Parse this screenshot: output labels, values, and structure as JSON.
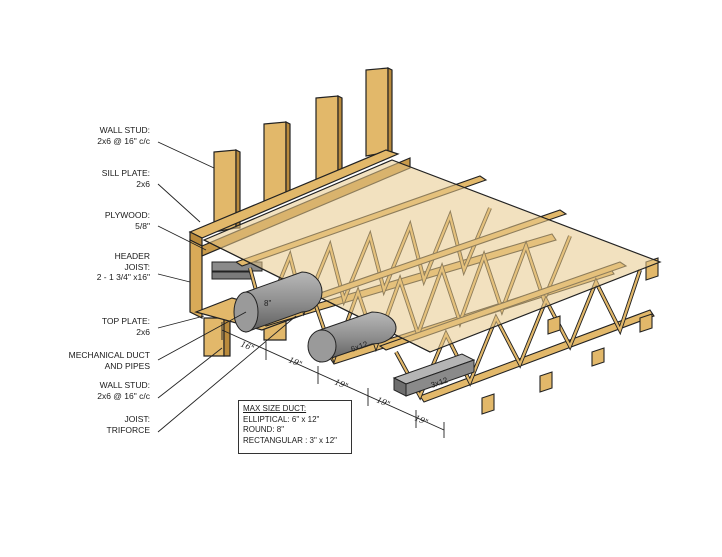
{
  "labels": {
    "wall_stud_top": [
      "WALL STUD:",
      "2x6 @ 16\" c/c"
    ],
    "sill_plate": [
      "SILL PLATE:",
      "2x6"
    ],
    "plywood": [
      "PLYWOOD:",
      "5/8\""
    ],
    "header_joist": [
      "HEADER",
      "JOIST:",
      "2 - 1 3/4\" x16\""
    ],
    "top_plate": [
      "TOP PLATE:",
      "2x6"
    ],
    "mechanical": [
      "MECHANICAL DUCT",
      "AND PIPES"
    ],
    "wall_stud_bottom": [
      "WALL STUD:",
      "2x6 @ 16\" c/c"
    ],
    "joist": [
      "JOIST:",
      "TRIFORCE"
    ]
  },
  "dimensions": [
    "16\"",
    "19\"",
    "19\"",
    "19\"",
    "19\""
  ],
  "ducts": {
    "round": "8\"",
    "elliptical": "6x12",
    "rectangular": "3x12"
  },
  "max_size_box": {
    "title": "MAX SIZE DUCT:",
    "lines": [
      "ELLIPTICAL: 6\" x 12\"",
      "ROUND: 8\"",
      "RECTANGULAR : 3\" x 12\""
    ]
  },
  "colors": {
    "wood": "#e2b86a",
    "wood_dark": "#b98a3c",
    "plywood": "#e8c98a",
    "duct": "#8c8c8c",
    "line": "#222222"
  }
}
